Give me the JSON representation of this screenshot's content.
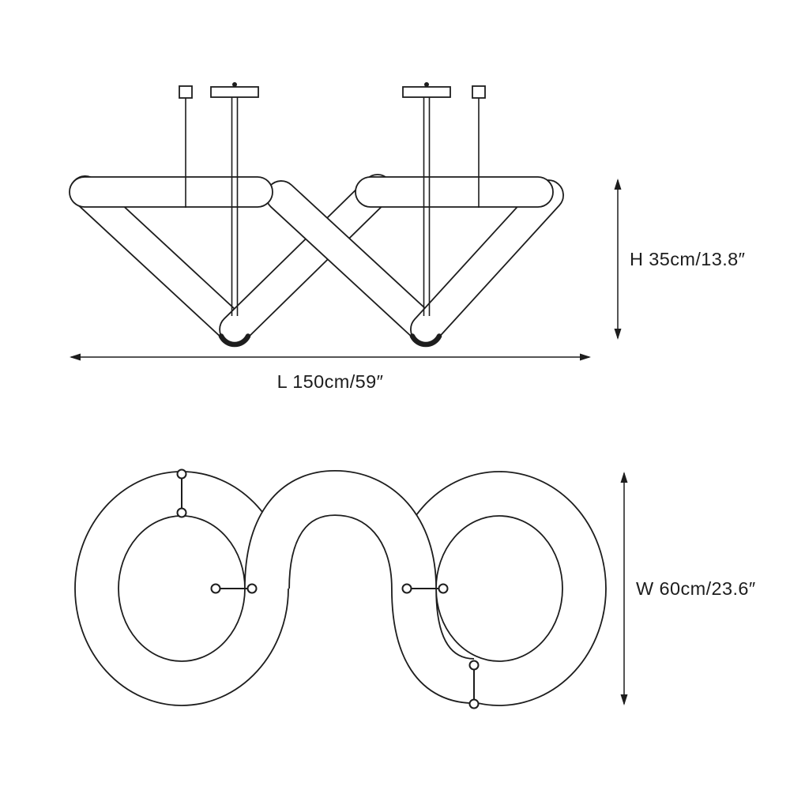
{
  "page": {
    "background": "#ffffff",
    "line_color": "#1d1d1d"
  },
  "front_view": {
    "height_dimension_label": "H 35cm/13.8″",
    "length_dimension_label": "L 150cm/59″"
  },
  "plan_view": {
    "width_dimension_label": "W 60cm/23.6″"
  }
}
